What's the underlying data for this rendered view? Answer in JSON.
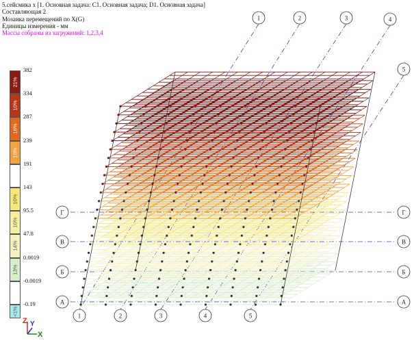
{
  "header": {
    "line1": "5.сейсмика x [1. Основная задача: C1. Основная задача; D1. Основная задача]",
    "line2": "Составляющая 2",
    "line3": "Мозаика перемещений по X(G)",
    "line4": "Единицы измерения - мм",
    "line5": "Массы собраны из загружений:  1,2,3,4",
    "line5_color": "#ee00ee"
  },
  "scale": {
    "values": [
      "382",
      "334",
      "287",
      "239",
      "191",
      "143",
      "95.5",
      "47.8",
      "0.0019",
      "-0.0019",
      "-0.19"
    ],
    "bands": [
      {
        "pct": "21%",
        "color": "#8b1a14"
      },
      {
        "pct": "10%",
        "color": "#b8361a"
      },
      {
        "pct": "16%",
        "color": "#e2681e"
      },
      {
        "pct": "10%",
        "color": "#f4a03c"
      },
      {
        "pct": "",
        "color": "#ffffff"
      },
      {
        "pct": "10%",
        "color": "#f6e878"
      },
      {
        "pct": "10%",
        "color": "#f3ef9e"
      },
      {
        "pct": "14%",
        "color": "#f4f1bd"
      },
      {
        "pct": "13%",
        "color": "#d6efc8"
      },
      {
        "pct": "",
        "color": "#ffffff"
      },
      {
        "pct": "<1%",
        "color": "#a6e8ee"
      }
    ]
  },
  "gridlines": {
    "top_numbers": [
      "1",
      "2",
      "3",
      "4",
      "5"
    ],
    "bottom_numbers": [
      "1",
      "2",
      "3",
      "4",
      "5"
    ],
    "letters": [
      "Г",
      "В",
      "Б",
      "А"
    ]
  },
  "axes": {
    "z": "Z",
    "y": "Y",
    "x": "X"
  }
}
